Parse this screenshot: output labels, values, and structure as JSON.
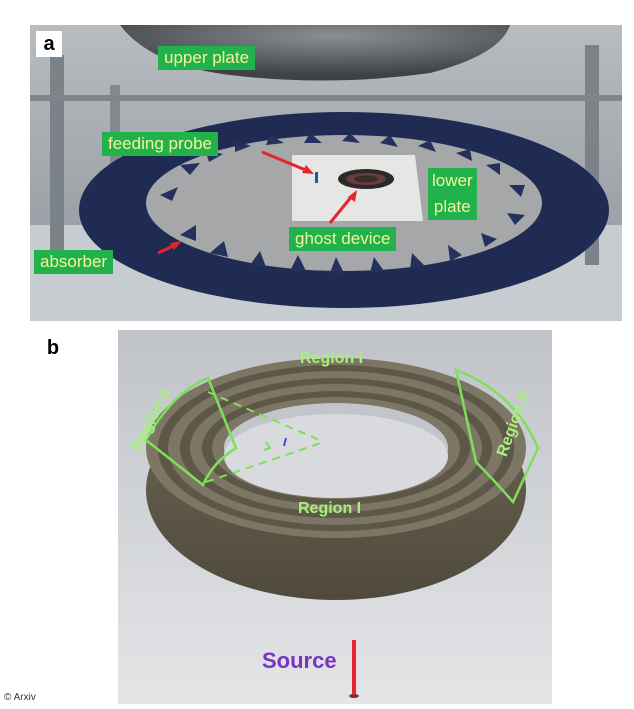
{
  "panel_a": {
    "letter": "a",
    "labels": {
      "upper_plate": "upper plate",
      "feeding_probe": "feeding probe",
      "lower_plate_line1": "lower",
      "lower_plate_line2": "plate",
      "ghost_device": "ghost device",
      "absorber": "absorber"
    }
  },
  "panel_b": {
    "letter": "b",
    "labels": {
      "region_top": "Region I",
      "region_bottom": "Region I",
      "region_left": "Region II",
      "region_right": "Region II",
      "source": "Source"
    }
  },
  "credit": "© Arxiv",
  "colors": {
    "label_bg": "#21b24b",
    "label_text": "#f6f39c",
    "arrow": "#e3262b",
    "region_outline": "#7ee05a",
    "source_text": "#7a34c2"
  }
}
